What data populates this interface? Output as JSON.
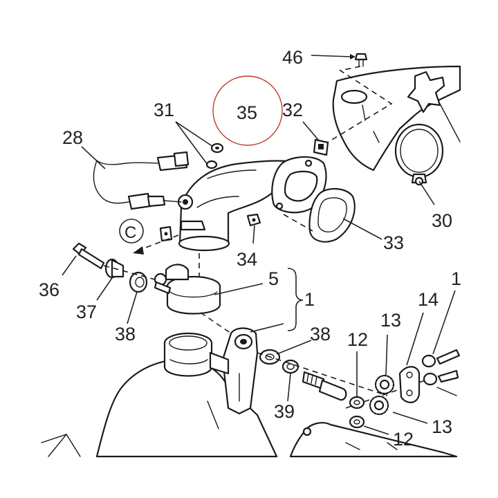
{
  "diagram": {
    "callouts": {
      "c46": "46",
      "c35": "35",
      "c31": "31",
      "c32": "32",
      "c28": "28",
      "c30": "30",
      "c33": "33",
      "c34": "34",
      "cC": "C",
      "c36": "36",
      "c37": "37",
      "c38a": "38",
      "c5": "5",
      "c1": "1",
      "c38b": "38",
      "c12a": "12",
      "c13a": "13",
      "c14": "14",
      "c1edge": "1",
      "c39": "39",
      "c13b": "13",
      "c12b": "12"
    },
    "highlight_color": "#c0392b"
  }
}
